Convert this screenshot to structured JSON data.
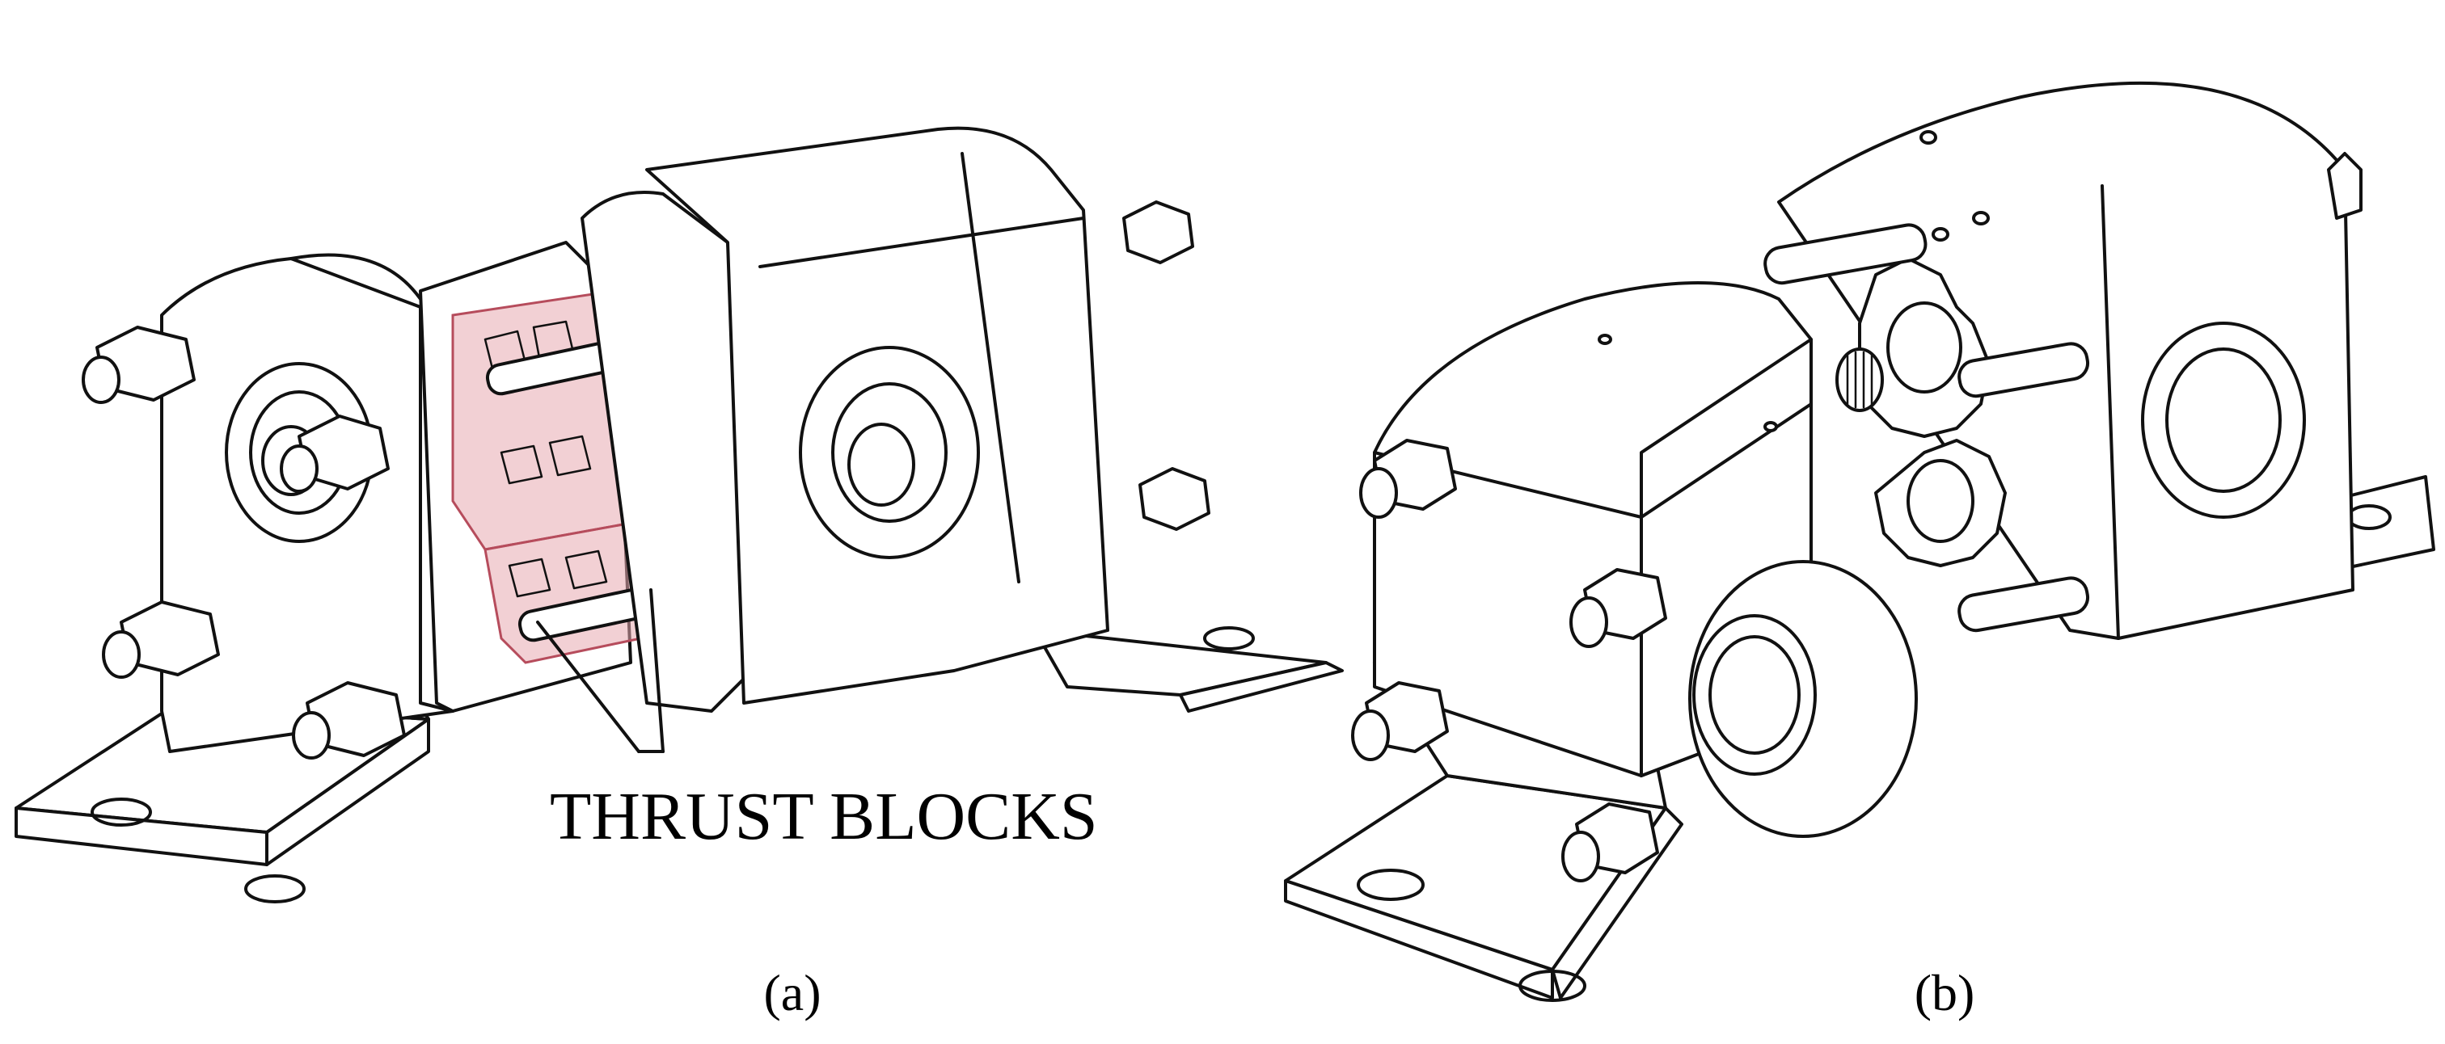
{
  "figure": {
    "panels": [
      {
        "id": "a",
        "caption": "(a)",
        "annotation": "THRUST BLOCKS"
      },
      {
        "id": "b",
        "caption": "(b)"
      }
    ],
    "colors": {
      "line": "#111111",
      "thrust_block_highlight": "#e8a9b0",
      "background": "#ffffff"
    }
  }
}
